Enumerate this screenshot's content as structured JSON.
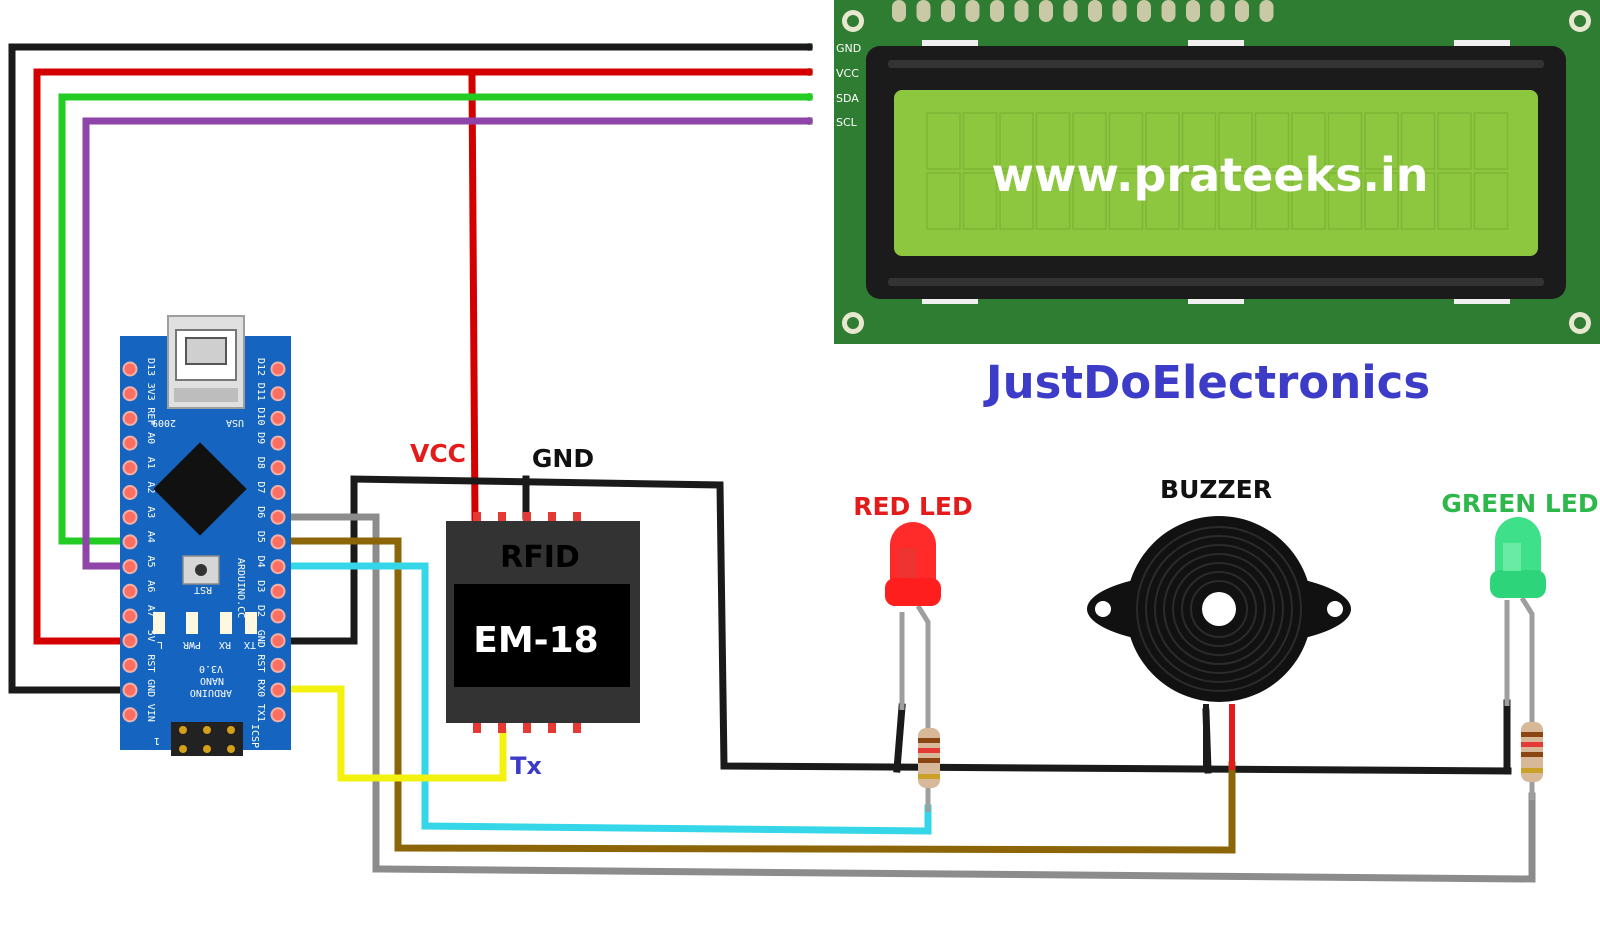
{
  "branding": {
    "lcd_text": "www.prateeks.in",
    "watermark": "JustDoElectronics"
  },
  "lcd": {
    "pins": [
      "GND",
      "VCC",
      "SDA",
      "SCL"
    ]
  },
  "rfid": {
    "title": "RFID",
    "model": "EM-18",
    "label_vcc": "VCC",
    "label_gnd": "GND",
    "label_tx": "Tx"
  },
  "components": {
    "red_led": "RED LED",
    "buzzer": "BUZZER",
    "green_led": "GREEN LED"
  },
  "nano": {
    "left_pins": [
      "D13",
      "3V3",
      "REF",
      "A0",
      "A1",
      "A2",
      "A3",
      "A4",
      "A5",
      "A6",
      "A7",
      "5V",
      "RST",
      "GND",
      "VIN"
    ],
    "right_pins": [
      "D12",
      "D11",
      "D10",
      "D9",
      "D8",
      "D7",
      "D6",
      "D5",
      "D4",
      "D3",
      "D2",
      "GND",
      "RST",
      "RX0",
      "TX1"
    ],
    "silk_2009": "2009",
    "silk_usa": "USA",
    "silk_rst": "RST",
    "silk_site": "ARDUINO.CC",
    "silk_leds": [
      "L",
      "PWR",
      "RX",
      "TX"
    ],
    "silk_name": [
      "ARDUINO",
      "NANO",
      "V3.0"
    ],
    "silk_icsp": "ICSP",
    "silk_one": "1"
  },
  "colors": {
    "wire_black": "#1a1a1a",
    "wire_red": "#d40000",
    "wire_green": "#22cc22",
    "wire_purple": "#8e44a8",
    "wire_gray": "#8c8c8c",
    "wire_brown": "#8b6508",
    "wire_cyan": "#35d6e8",
    "wire_yellow": "#f2f20e",
    "lcd_pcb": "#2e7d32",
    "lcd_screen": "#8dc63f",
    "nano_pcb": "#1565c0",
    "label_red": "#e31b1b",
    "label_green": "#2eb84b",
    "label_blue": "#3c3cc8",
    "label_black": "#111111"
  }
}
